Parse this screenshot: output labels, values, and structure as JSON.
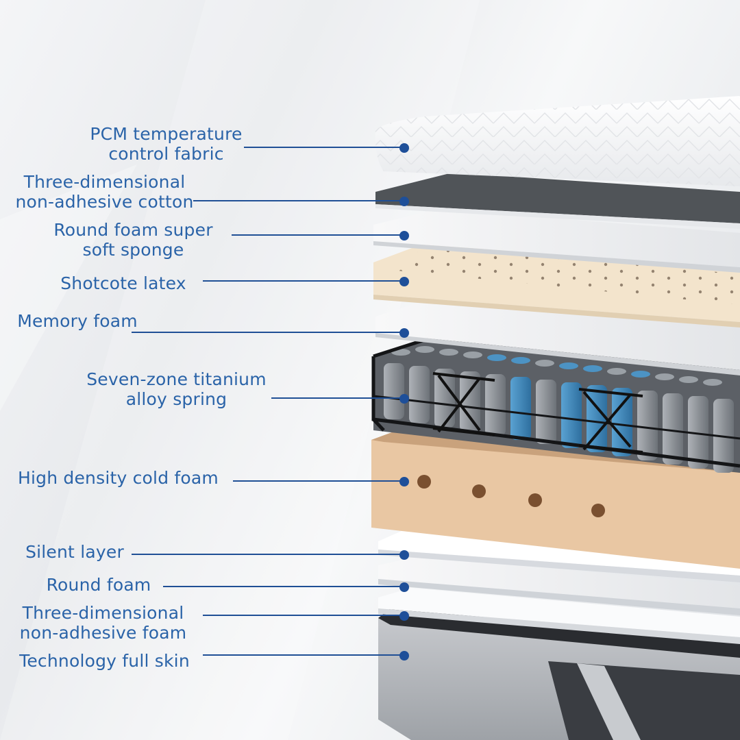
{
  "layers": [
    {
      "id": "pcm",
      "lines": [
        "PCM temperature",
        "control fabric"
      ]
    },
    {
      "id": "cotton3d",
      "lines": [
        "Three-dimensional",
        "non-adhesive cotton"
      ]
    },
    {
      "id": "roundfoam-sponge",
      "lines": [
        "Round foam super",
        "soft sponge"
      ]
    },
    {
      "id": "latex",
      "lines": [
        "Shotcote latex"
      ]
    },
    {
      "id": "memory",
      "lines": [
        "Memory foam"
      ]
    },
    {
      "id": "spring",
      "lines": [
        "Seven-zone titanium",
        "alloy spring"
      ]
    },
    {
      "id": "coldfoam",
      "lines": [
        "High density cold foam"
      ]
    },
    {
      "id": "silent",
      "lines": [
        "Silent layer"
      ]
    },
    {
      "id": "roundfoam",
      "lines": [
        "Round foam"
      ]
    },
    {
      "id": "foam3d",
      "lines": [
        "Three-dimensional",
        "non-adhesive foam"
      ]
    },
    {
      "id": "skin",
      "lines": [
        "Technology full skin"
      ]
    }
  ],
  "colors": {
    "label": "#2a63a8",
    "leader": "#1f4f95",
    "latex": "#f3e4cc",
    "cold_foam": "#e9c7a3",
    "spring_blue": "#3d86b8",
    "spring_gray": "#8e9297"
  }
}
